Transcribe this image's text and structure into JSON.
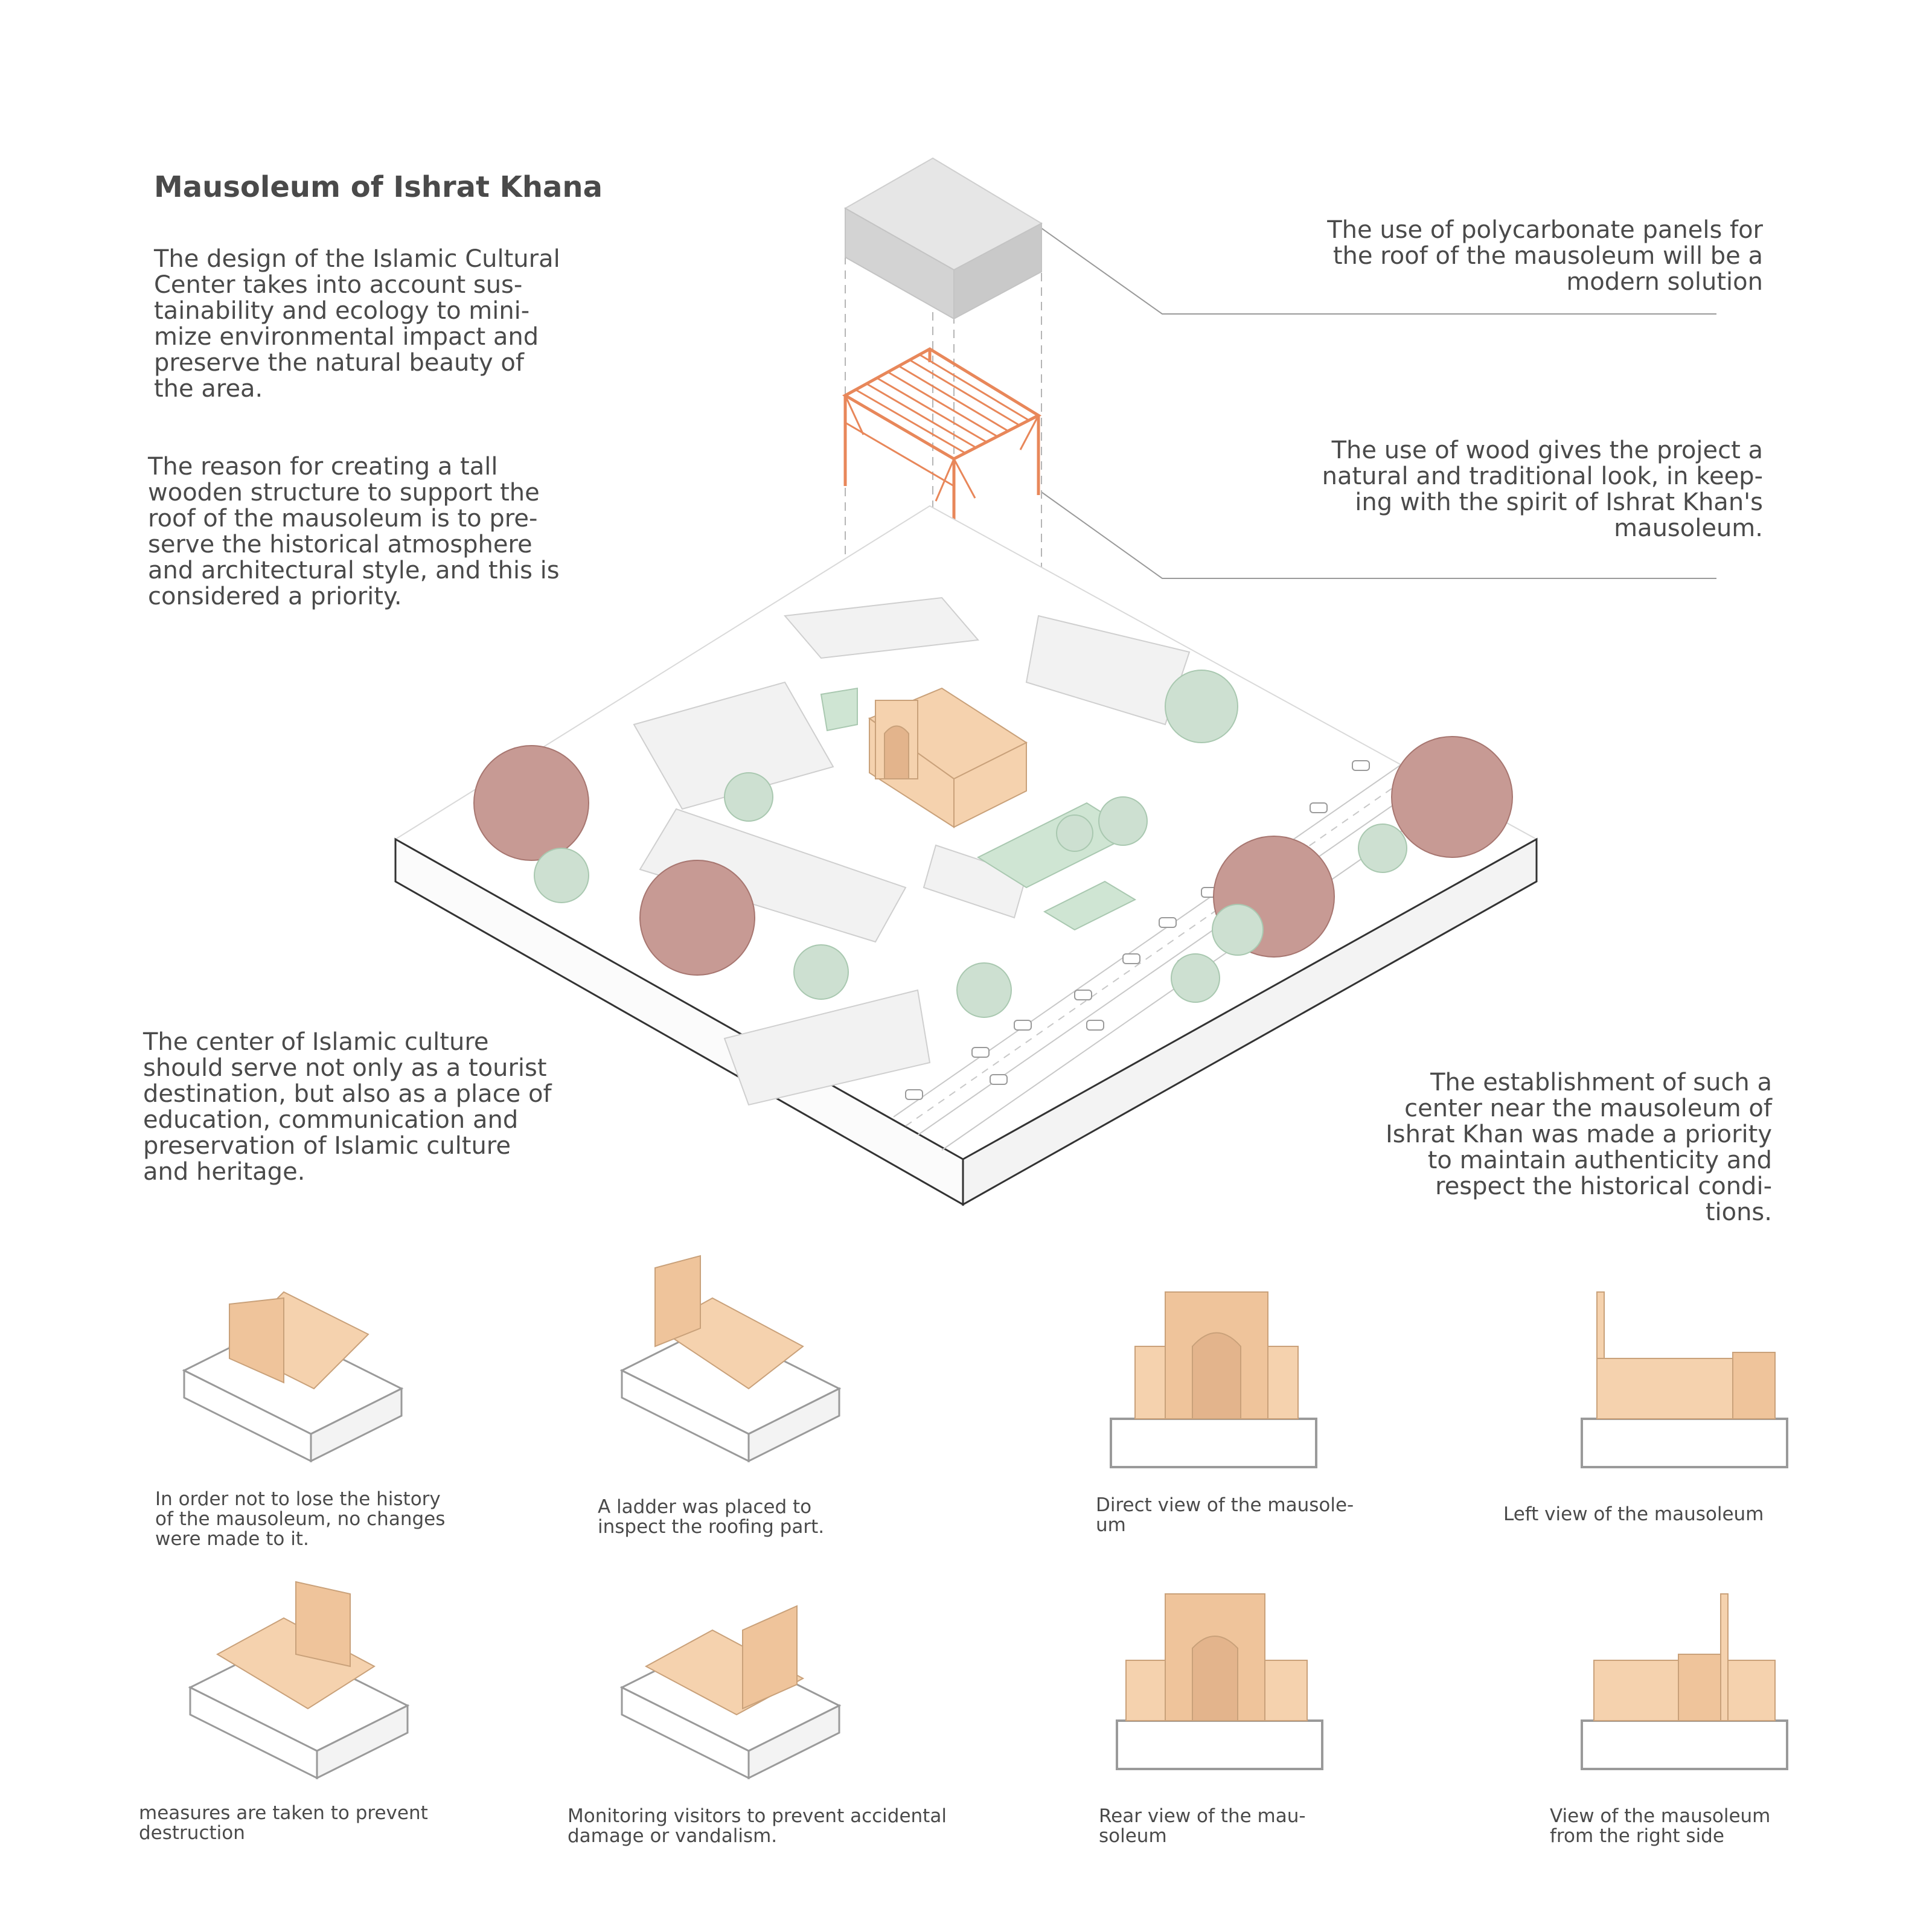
{
  "header": {
    "title": "Mausoleum of Ishrat Khana"
  },
  "texts": {
    "design_intro": "The design of the Islamic Cultural\nCenter takes into account sus-\ntainability and ecology to mini-\nmize environmental impact and\npreserve the natural beauty of\nthe area.",
    "wooden_reason": "The reason for creating a tall\nwooden structure to support the\nroof of the mausoleum is to pre-\nserve the historical atmosphere\nand architectural style, and this is\nconsidered a priority.",
    "cultural_center": "The center of Islamic culture\nshould serve not only as a tourist\ndestination, but also as a place of\neducation, communication and\npreservation of Islamic culture\nand heritage.",
    "polycarbonate": "The use of polycarbonate panels for\nthe roof of the mausoleum will be a\nmodern solution",
    "wood": "The use of wood gives the project a\nnatural and traditional look, in keep-\ning with the spirit of Ishrat Khan's\nmausoleum.",
    "establishment": "The establishment of such a\ncenter near the mausoleum of\nIshrat Khan was made a priority\nto maintain authenticity and\nrespect the historical condi-\ntions."
  },
  "captions": {
    "no_changes": "In order not to lose the history\nof the mausoleum, no changes\nwere made to it.",
    "ladder": "A ladder was placed to\ninspect the roofing part.",
    "direct_view": "Direct view of the mausole-\num",
    "left_view": "Left view of the mausoleum",
    "measures": "measures are taken to prevent\ndestruction",
    "monitoring": "Monitoring visitors to prevent accidental\ndamage or vandalism.",
    "rear_view": "Rear view of the mau-\nsoleum",
    "right_view": "View of the mausoleum\nfrom the right side"
  },
  "colors": {
    "wood_structure": "#e8875a",
    "mausoleum_fill": "#f5d2ae",
    "mausoleum_stroke": "#c9a17a",
    "roof_panel": "#d9d9d9",
    "greenery": "#b9d7c0",
    "tree_canopy": "#b98a84",
    "base_stroke": "#8c8c8c",
    "text": "#4a4a4a"
  }
}
